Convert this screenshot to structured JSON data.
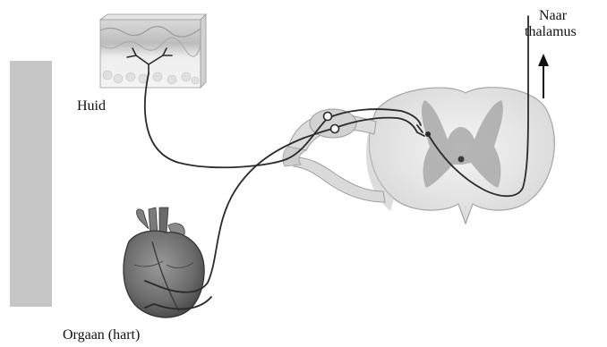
{
  "labels": {
    "skin": "Huid",
    "organ": "Orgaan (hart)",
    "destination_line1": "Naar",
    "destination_line2": "thalamus"
  },
  "colors": {
    "nerve_line": "#2a2a2a",
    "grey_bar": "#c6c6c6",
    "grey_matter": "#a9a9a9",
    "white_matter": "#e4e4e4",
    "skin_top": "#cfcfcf",
    "heart": "#6e6e6e"
  },
  "icons": {
    "arrow": "up-arrow-icon"
  }
}
